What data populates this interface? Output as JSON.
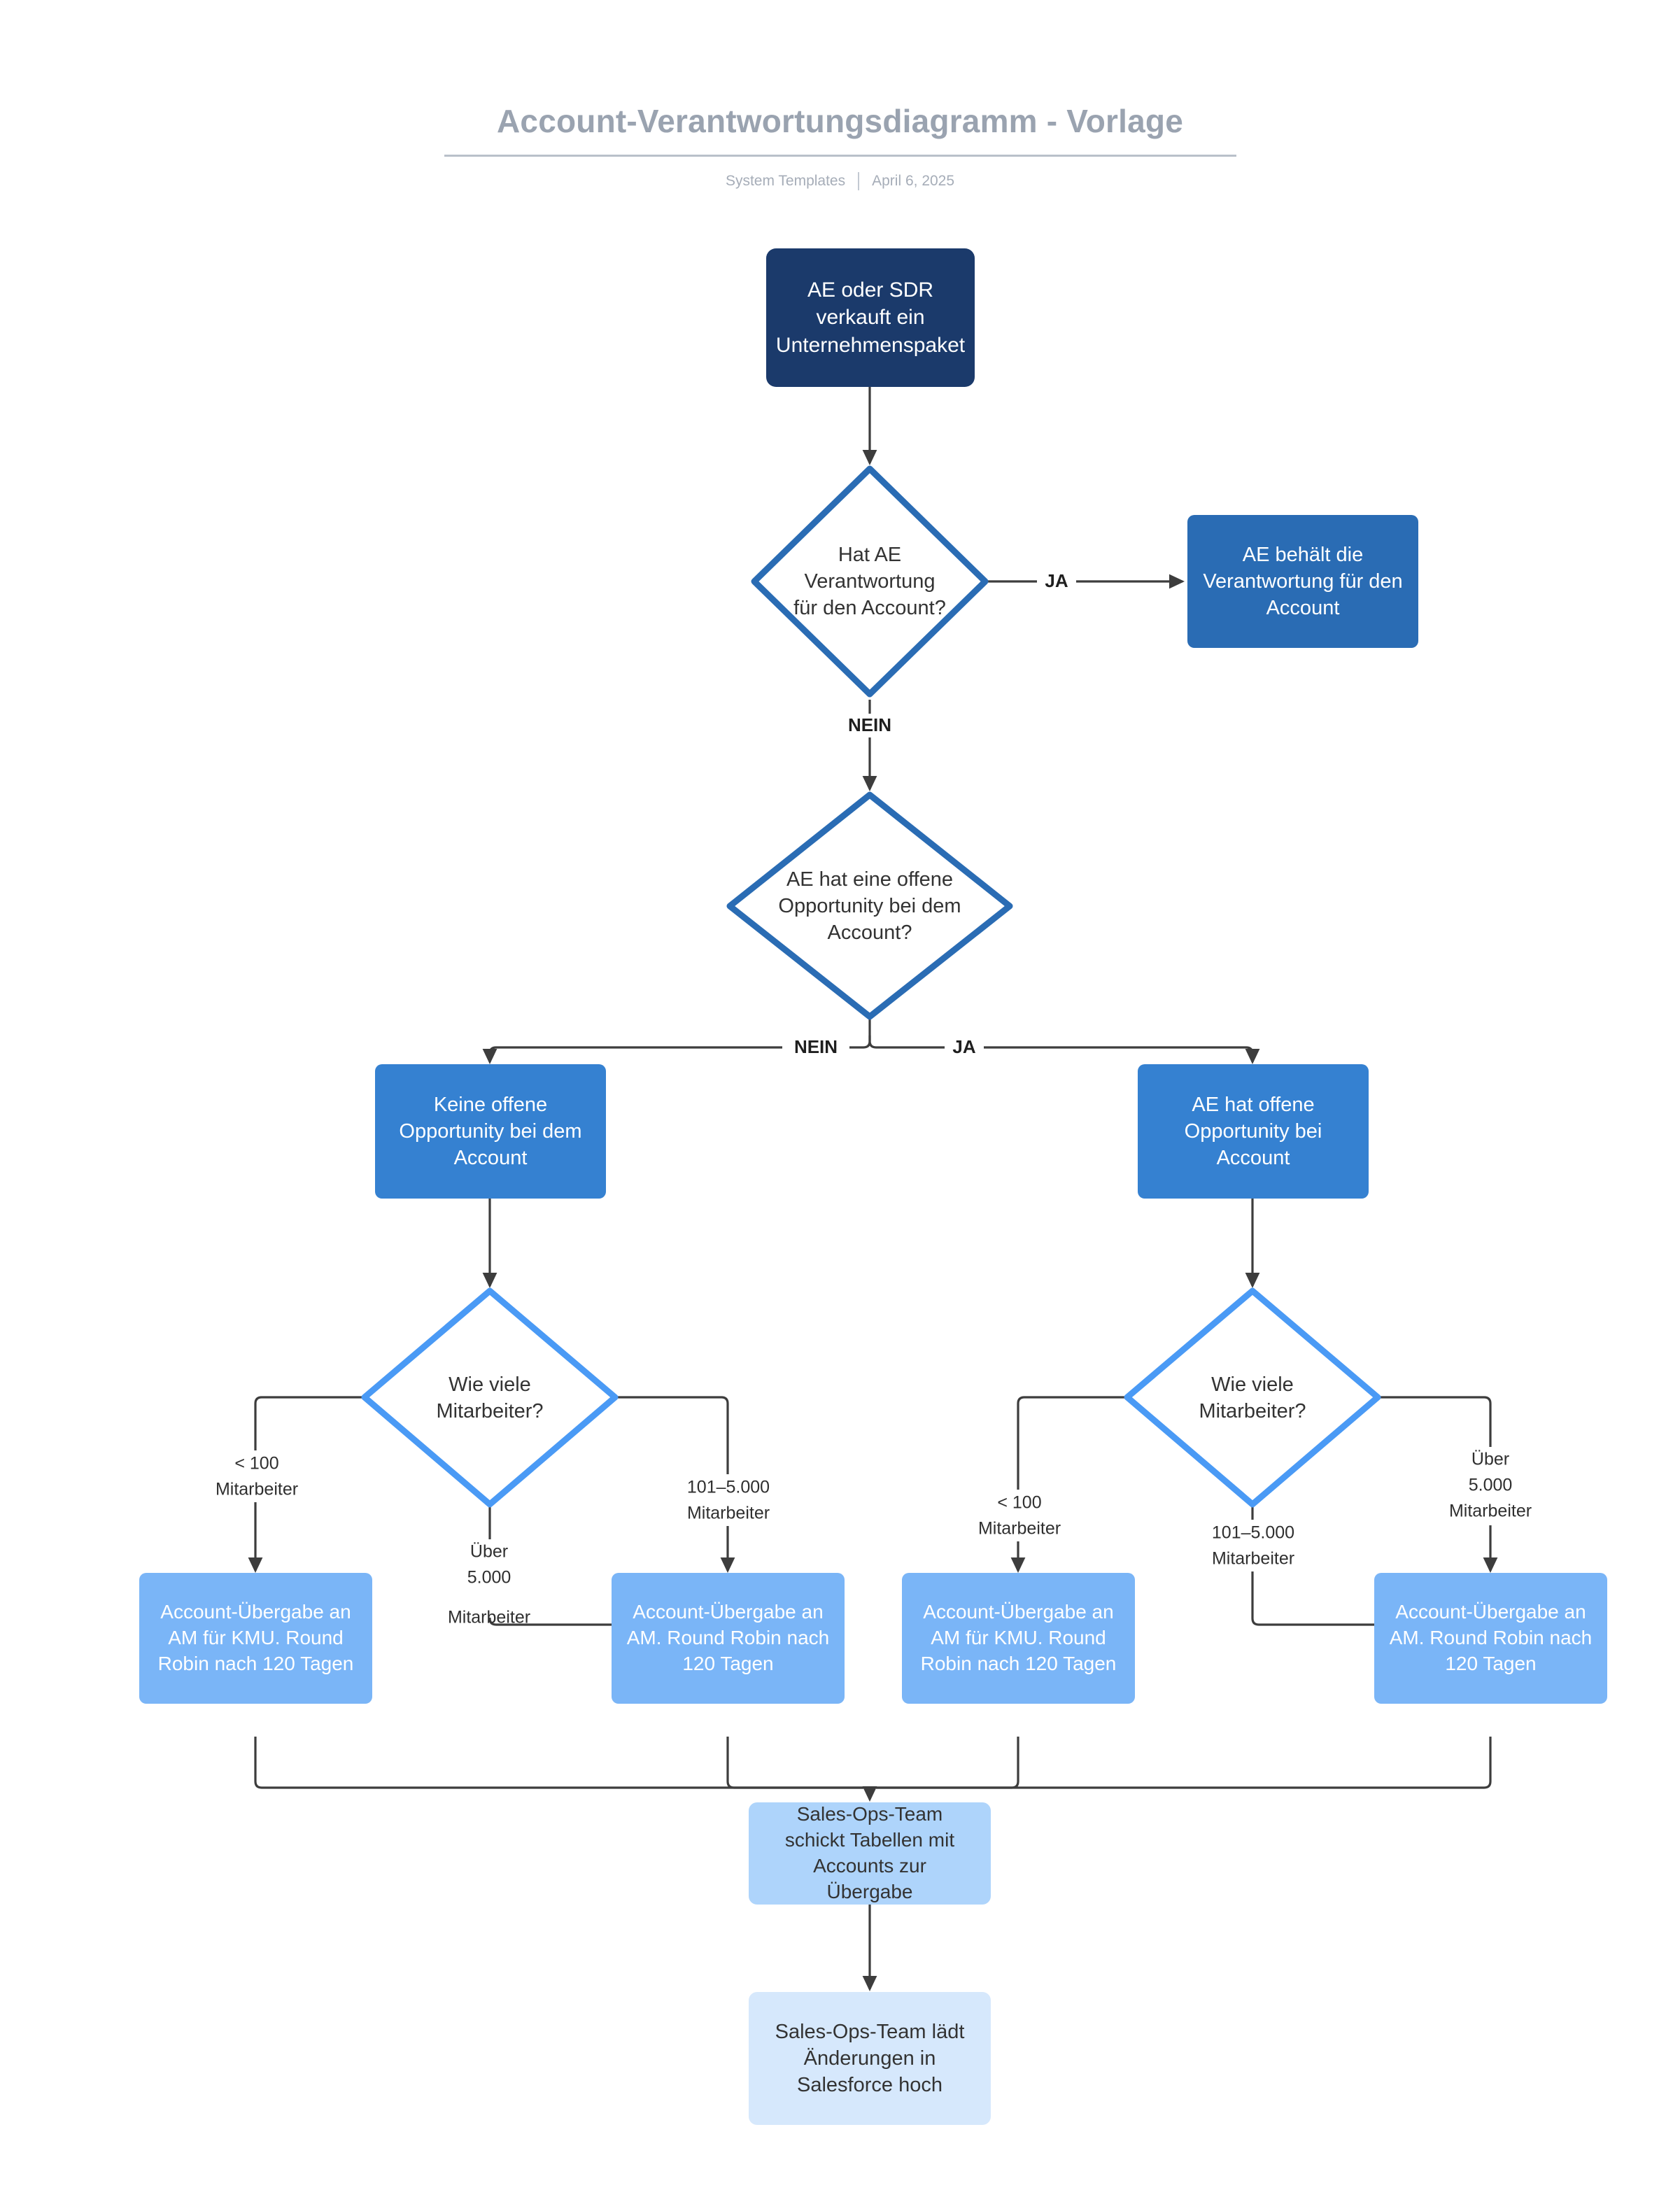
{
  "header": {
    "title": "Account-Verantwortungsdiagramm - Vorlage",
    "author": "System Templates",
    "date": "April 6, 2025",
    "separator": "|"
  },
  "colors": {
    "navy": "#1b3a6b",
    "blue_dark": "#2a6cb4",
    "blue_mid": "#3581d1",
    "blue_light": "#7ab5f7",
    "blue_pale": "#aed4fb",
    "blue_palest": "#d6e8fc",
    "diamond_border_dark": "#2a6cb4",
    "diamond_border_light": "#4a9af5",
    "edge": "#3d3d3d",
    "title_gray": "#9aa3b0"
  },
  "nodes": {
    "start": "AE oder SDR\nverkauft ein\nUnternehmenspaket",
    "decision_owner": "Hat AE\nVerantwortung\nfür den Account?",
    "ae_keeps": "AE behält die\nVerantwortung für den\nAccount",
    "decision_opp": "AE hat eine offene\nOpportunity bei dem\nAccount?",
    "no_open_opp": "Keine offene\nOpportunity bei dem\nAccount",
    "has_open_opp": "AE hat offene\nOpportunity bei\nAccount",
    "headcount_left": "Wie viele\nMitarbeiter?",
    "headcount_right": "Wie viele\nMitarbeiter?",
    "handover_smb_left": "Account-Übergabe an\nAM für KMU. Round\nRobin nach 120 Tagen",
    "handover_am_left": "Account-Übergabe an\nAM. Round Robin nach\n120 Tagen",
    "handover_smb_right": "Account-Übergabe an\nAM für KMU. Round\nRobin nach 120 Tagen",
    "handover_am_right": "Account-Übergabe an\nAM. Round Robin nach\n120 Tagen",
    "salesops_sheets": "Sales-Ops-Team\nschickt Tabellen mit\nAccounts zur\nÜbergabe",
    "salesops_upload": "Sales-Ops-Team lädt\nÄnderungen in\nSalesforce hoch"
  },
  "edge_labels": {
    "owner_yes": "JA",
    "owner_no": "NEIN",
    "opp_no": "NEIN",
    "opp_yes": "JA",
    "left_lt100_l1": "< 100",
    "left_lt100_l2": "Mitarbeiter",
    "left_over5000_l1": "Über",
    "left_over5000_l2": "5.000",
    "left_over5000_l3": "Mitarbeiter",
    "left_101_5000_l1": "101–5.000",
    "left_101_5000_l2": "Mitarbeiter",
    "right_lt100_l1": "< 100",
    "right_lt100_l2": "Mitarbeiter",
    "right_101_5000_l1": "101–5.000",
    "right_101_5000_l2": "Mitarbeiter",
    "right_over5000_l1": "Über",
    "right_over5000_l2": "5.000",
    "right_over5000_l3": "Mitarbeiter"
  }
}
